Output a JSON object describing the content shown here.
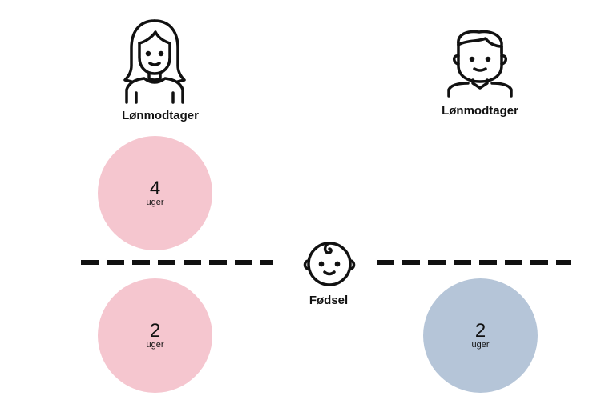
{
  "left_person": {
    "label": "Lønmodtager",
    "icon": "woman-icon"
  },
  "right_person": {
    "label": "Lønmodtager",
    "icon": "man-icon"
  },
  "birth": {
    "label": "Fødsel",
    "icon": "baby-icon"
  },
  "circles": {
    "left_before": {
      "number": "4",
      "unit": "uger",
      "color": "#f5c6cf"
    },
    "left_after": {
      "number": "2",
      "unit": "uger",
      "color": "#f5c6cf"
    },
    "right_after": {
      "number": "2",
      "unit": "uger",
      "color": "#b5c5d8"
    }
  }
}
